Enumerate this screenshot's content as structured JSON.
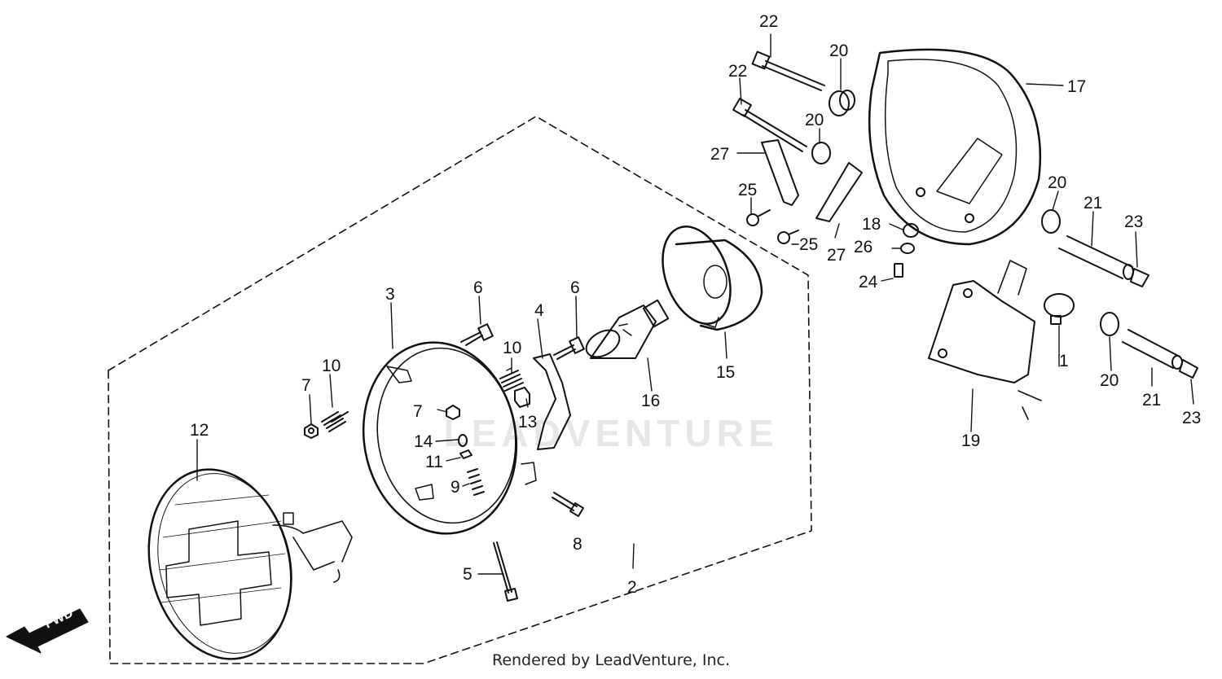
{
  "watermark": "LEADVENTURE",
  "footer": "Rendered by LeadVenture, Inc.",
  "fwd_label": "FWD",
  "callouts": {
    "c1": "1",
    "c2": "2",
    "c3": "3",
    "c4": "4",
    "c5": "5",
    "c6a": "6",
    "c6b": "6",
    "c7a": "7",
    "c7b": "7",
    "c8": "8",
    "c9": "9",
    "c10a": "10",
    "c10b": "10",
    "c11": "11",
    "c12": "12",
    "c13": "13",
    "c14": "14",
    "c15": "15",
    "c16": "16",
    "c17": "17",
    "c18": "18",
    "c19": "19",
    "c20a": "20",
    "c20b": "20",
    "c20c": "20",
    "c20d": "20",
    "c21a": "21",
    "c21b": "21",
    "c22a": "22",
    "c22b": "22",
    "c23a": "23",
    "c23b": "23",
    "c24": "24",
    "c25a": "25",
    "c25b": "25",
    "c26": "26",
    "c27a": "27",
    "c27b": "27"
  }
}
